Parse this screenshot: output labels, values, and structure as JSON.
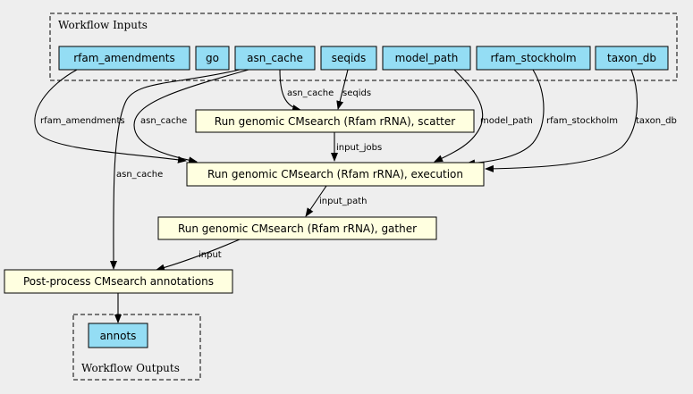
{
  "inputs_cluster": {
    "label": "Workflow Inputs"
  },
  "outputs_cluster": {
    "label": "Workflow Outputs"
  },
  "inputs": [
    "rfam_amendments",
    "go",
    "asn_cache",
    "seqids",
    "model_path",
    "rfam_stockholm",
    "taxon_db"
  ],
  "steps": {
    "scatter": "Run genomic CMsearch (Rfam rRNA), scatter",
    "execution": "Run genomic CMsearch (Rfam rRNA), execution",
    "gather": "Run genomic CMsearch (Rfam rRNA), gather",
    "postprocess": "Post-process CMsearch annotations"
  },
  "outputs": [
    "annots"
  ],
  "edge_labels": {
    "asn_cache_to_scatter": "asn_cache",
    "seqids_to_scatter": "seqids",
    "rfam_amendments_to_execution": "rfam_amendments",
    "asn_cache_to_execution": "asn_cache",
    "model_path_to_execution": "model_path",
    "rfam_stockholm_to_execution": "rfam_stockholm",
    "taxon_db_to_execution": "taxon_db",
    "scatter_to_execution": "input_jobs",
    "execution_to_gather": "input_path",
    "asn_cache_to_postprocess": "asn_cache",
    "gather_to_postprocess": "input"
  },
  "colors": {
    "background": "#eeeeee",
    "io_fill": "#94ddf4",
    "step_fill": "#ffffe0"
  }
}
